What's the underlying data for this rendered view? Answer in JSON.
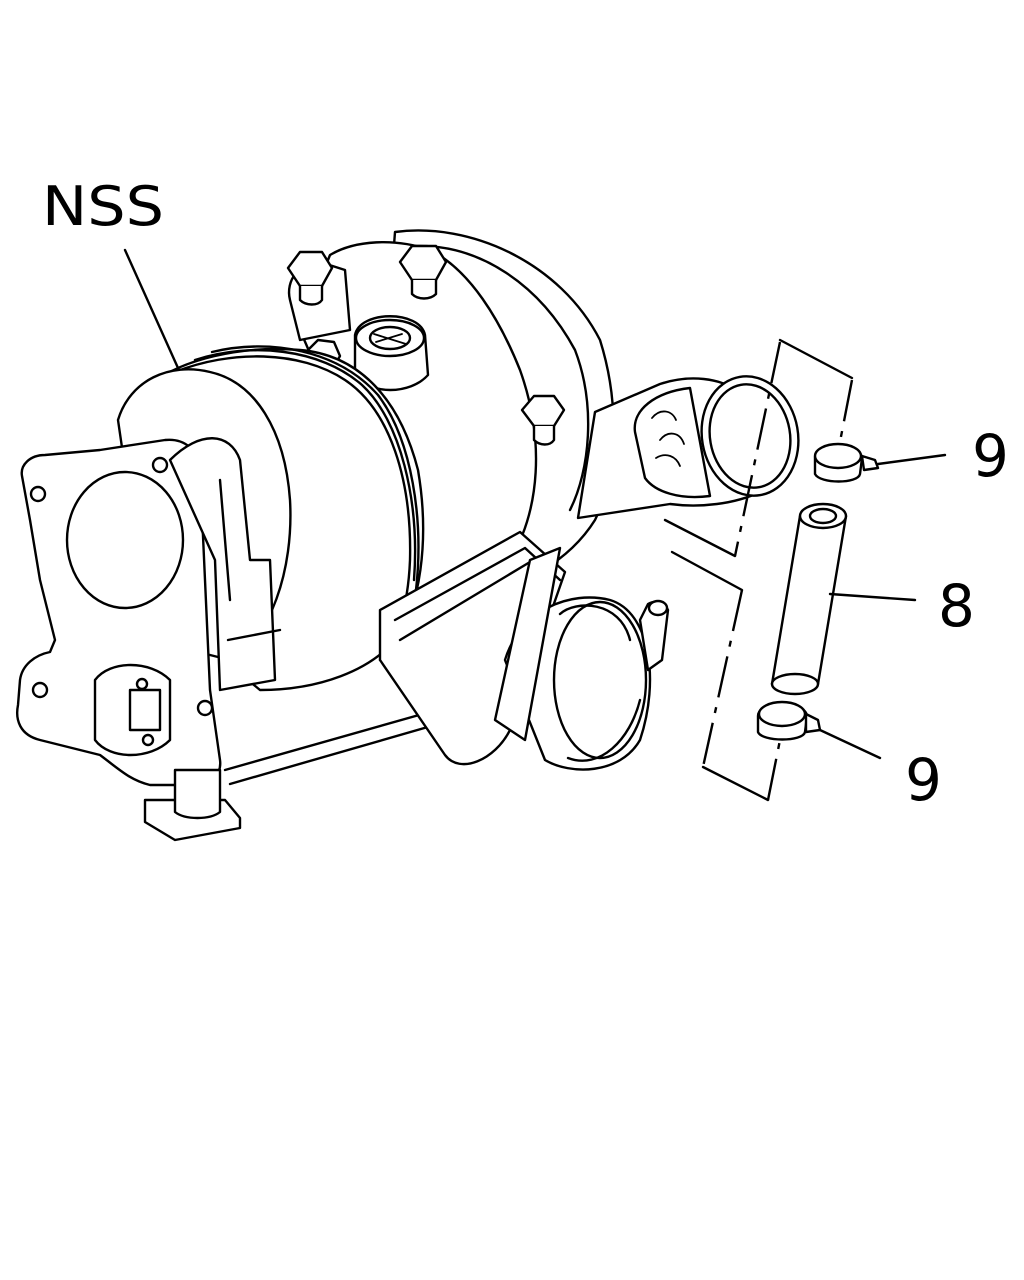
{
  "callouts": {
    "nss": {
      "label": "NSS"
    },
    "clamp_upper": {
      "label": "9"
    },
    "hose": {
      "label": "8"
    },
    "clamp_lower": {
      "label": "9"
    }
  },
  "colors": {
    "ink": "#000000",
    "paper": "#ffffff"
  }
}
